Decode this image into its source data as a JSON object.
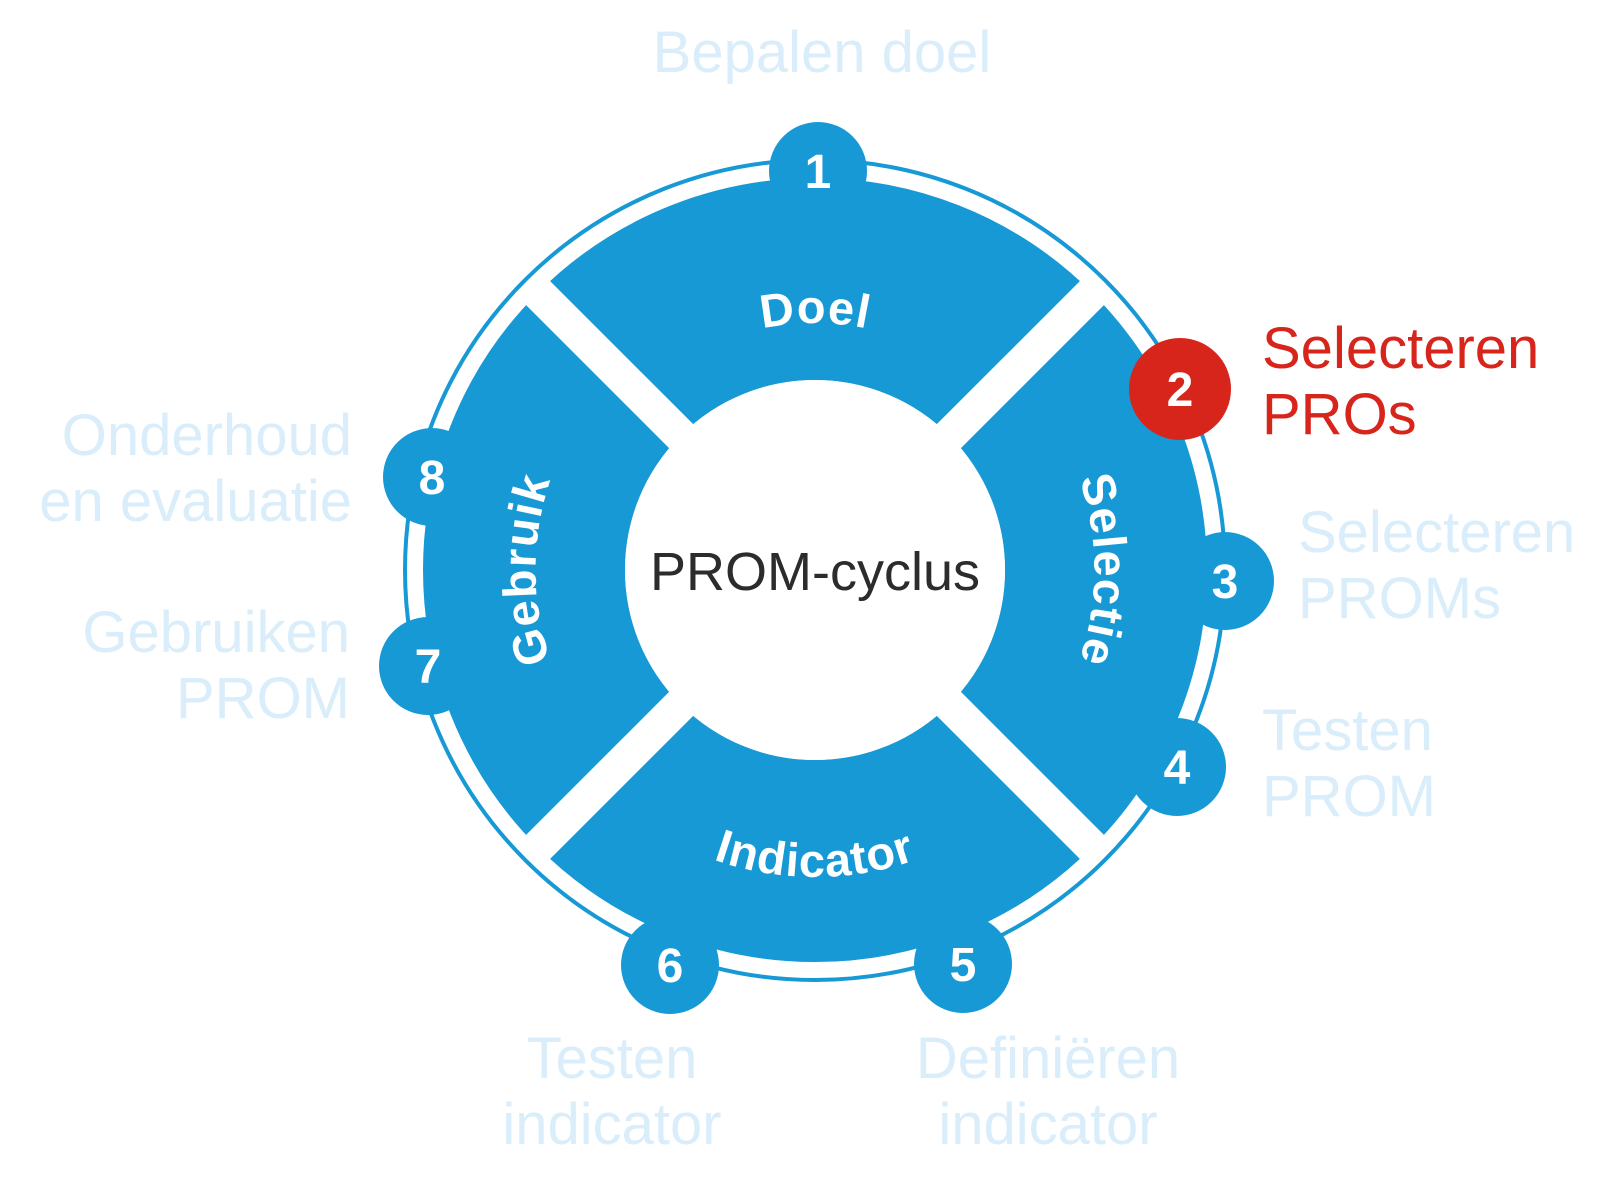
{
  "colors": {
    "primary_blue": "#1799d6",
    "highlight_red": "#d7251c",
    "faded_blue": "#d9edfa",
    "center_text": "#2d2c2b",
    "white": "#ffffff"
  },
  "center_label": "PROM-cyclus",
  "quadrants": [
    {
      "label": "Doel"
    },
    {
      "label": "Selectie"
    },
    {
      "label": "Indicator"
    },
    {
      "label": "Gebruik"
    }
  ],
  "steps": [
    {
      "number": "1",
      "lines": [
        "Bepalen doel"
      ],
      "highlighted": false
    },
    {
      "number": "2",
      "lines": [
        "Selecteren",
        "PROs"
      ],
      "highlighted": true
    },
    {
      "number": "3",
      "lines": [
        "Selecteren",
        "PROMs"
      ],
      "highlighted": false
    },
    {
      "number": "4",
      "lines": [
        "Testen",
        "PROM"
      ],
      "highlighted": false
    },
    {
      "number": "5",
      "lines": [
        "Definiëren",
        "indicator"
      ],
      "highlighted": false
    },
    {
      "number": "6",
      "lines": [
        "Testen",
        "indicator"
      ],
      "highlighted": false
    },
    {
      "number": "7",
      "lines": [
        "Gebruiken",
        "PROM"
      ],
      "highlighted": false
    },
    {
      "number": "8",
      "lines": [
        "Onderhoud",
        "en evaluatie"
      ],
      "highlighted": false
    }
  ]
}
